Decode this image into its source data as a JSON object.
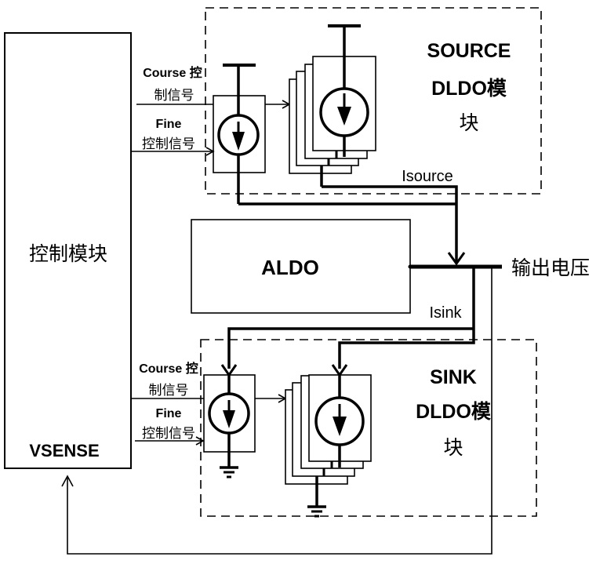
{
  "control_block": {
    "title": "控制模块",
    "vsense_label": "VSENSE"
  },
  "source_module": {
    "title_line1": "SOURCE",
    "title_line2": "DLDO模",
    "title_line3": "块",
    "current_label": "Isource",
    "coarse_label_line1": "Course 控",
    "coarse_label_line2": "制信号",
    "fine_label_line1": "Fine",
    "fine_label_line2": "控制信号",
    "stack_cells": 4
  },
  "aldo": {
    "label": "ALDO"
  },
  "output": {
    "label": "输出电压"
  },
  "sink_module": {
    "title_line1": "SINK",
    "title_line2": "DLDO模",
    "title_line3": "块",
    "current_label": "Isink",
    "coarse_label_line1": "Course 控",
    "coarse_label_line2": "制信号",
    "fine_label_line1": "Fine",
    "fine_label_line2": "控制信号",
    "stack_cells": 4
  },
  "colors": {
    "stroke": "#000000",
    "background": "#ffffff"
  }
}
